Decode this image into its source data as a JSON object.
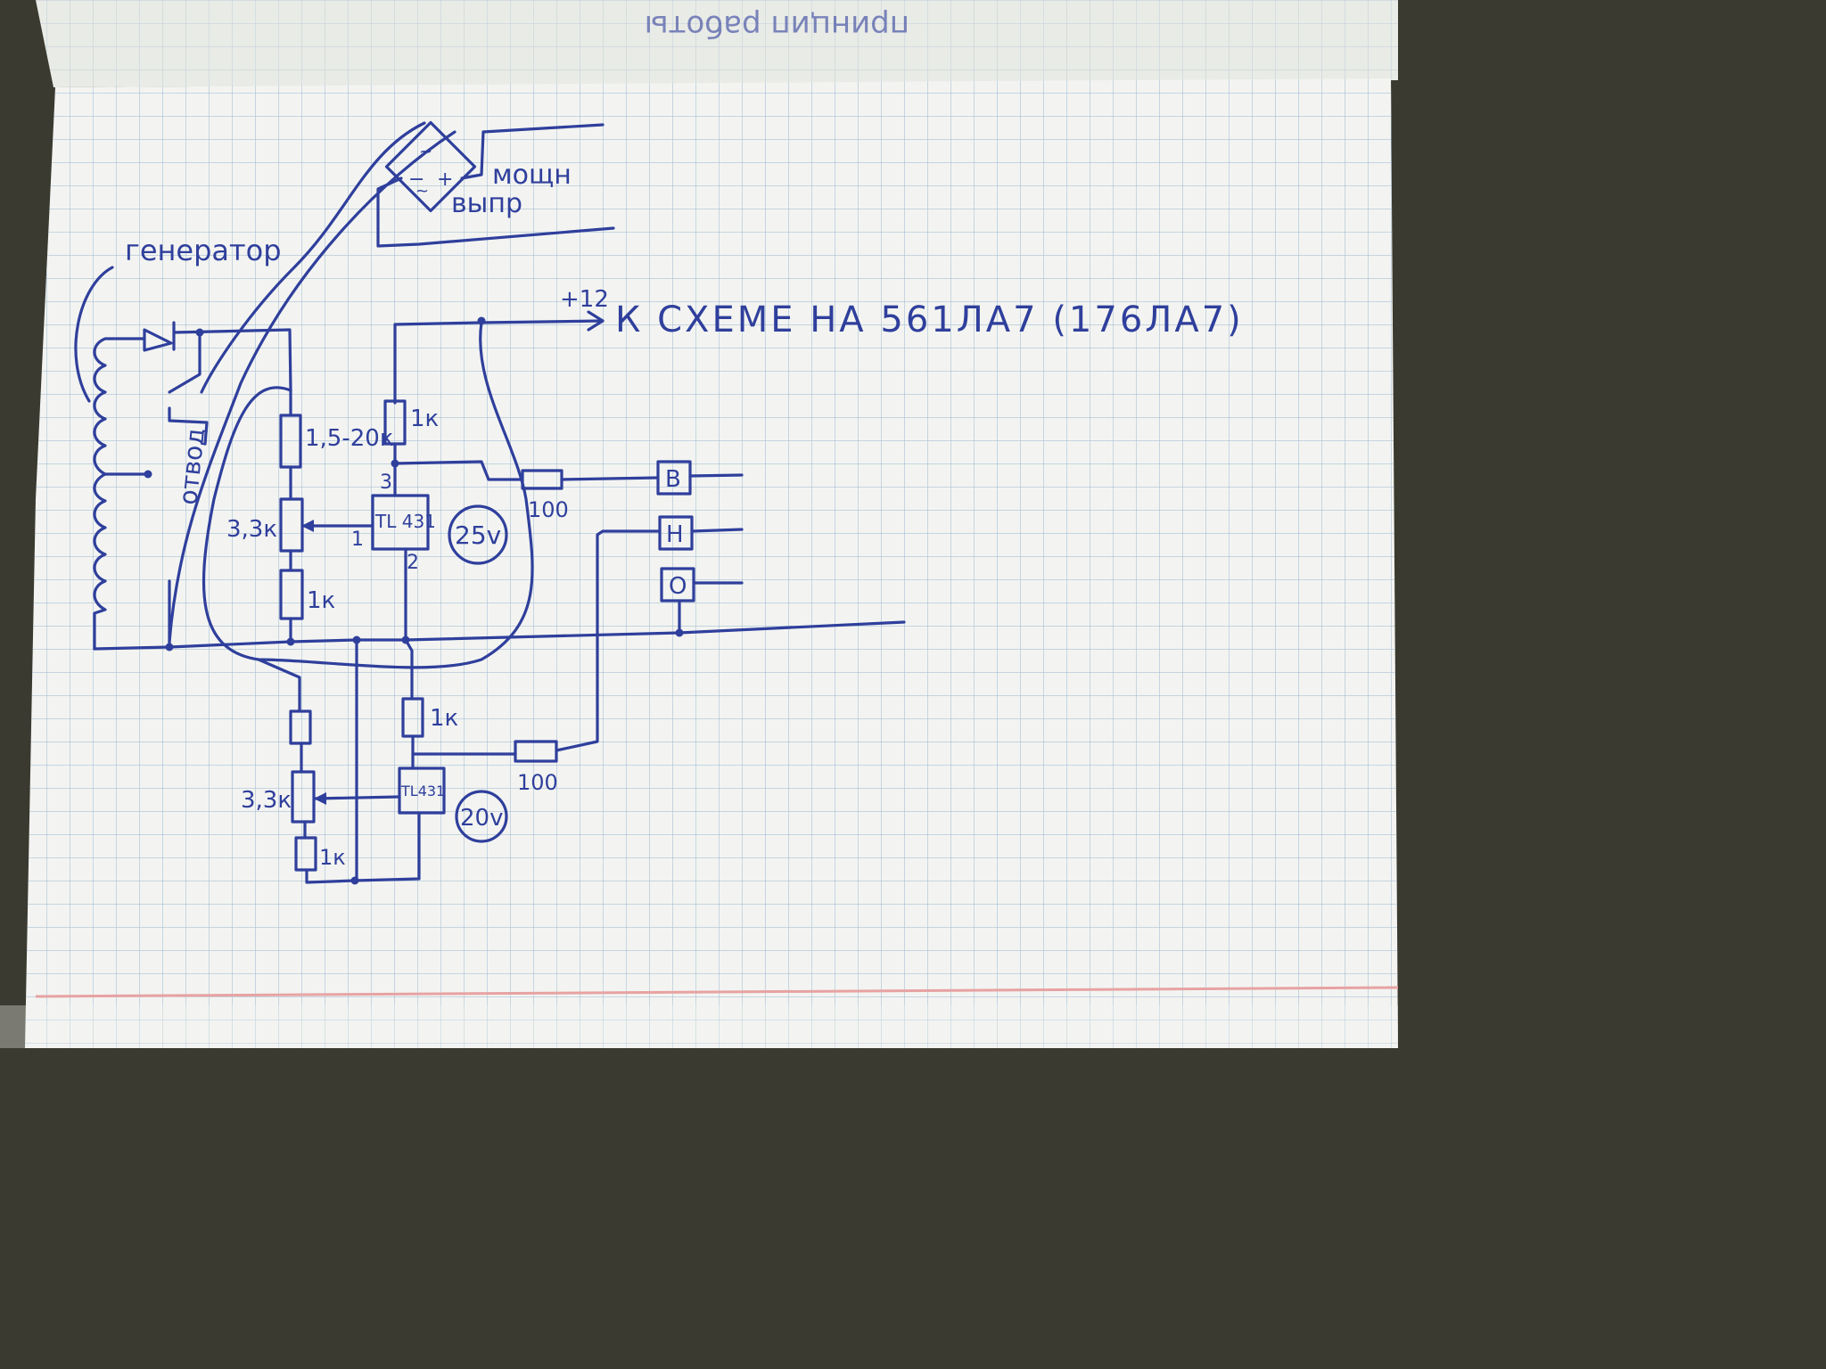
{
  "diagram": {
    "generator_label": "генератор",
    "tap_label": "отвод",
    "rectifier_label_1": "мощн",
    "rectifier_label_2": "выпр",
    "rectifier_minus": "−",
    "rectifier_plus": "+",
    "rectifier_ac": "~",
    "supply_label": "+12",
    "destination_label": "К СХЕМЕ НА 561ЛА7 (176ЛА7)",
    "r_top": "1,5-20к",
    "pot_upper": "3,3к",
    "r_upper_bottom": "1к",
    "r_upper_anode": "1к",
    "ic_upper": "TL 431",
    "ic_upper_pin1": "1",
    "ic_upper_pin2": "2",
    "ic_upper_pin3": "3",
    "voltage_upper": "25v",
    "r_series_b": "100",
    "out_b": "В",
    "out_h": "Н",
    "out_o": "О",
    "pot_lower": "3,3к",
    "r_lower_bottom": "1к",
    "r_lower_anode": "1к",
    "ic_lower": "TL431",
    "voltage_lower": "20v",
    "r_series_h": "100",
    "header_ghost": "принцип работы"
  },
  "colors": {
    "ink": "#2f3f9c",
    "grid": "#a9c0d6",
    "paper": "#f3f4f1",
    "margin_line": "#e7a2a2"
  }
}
